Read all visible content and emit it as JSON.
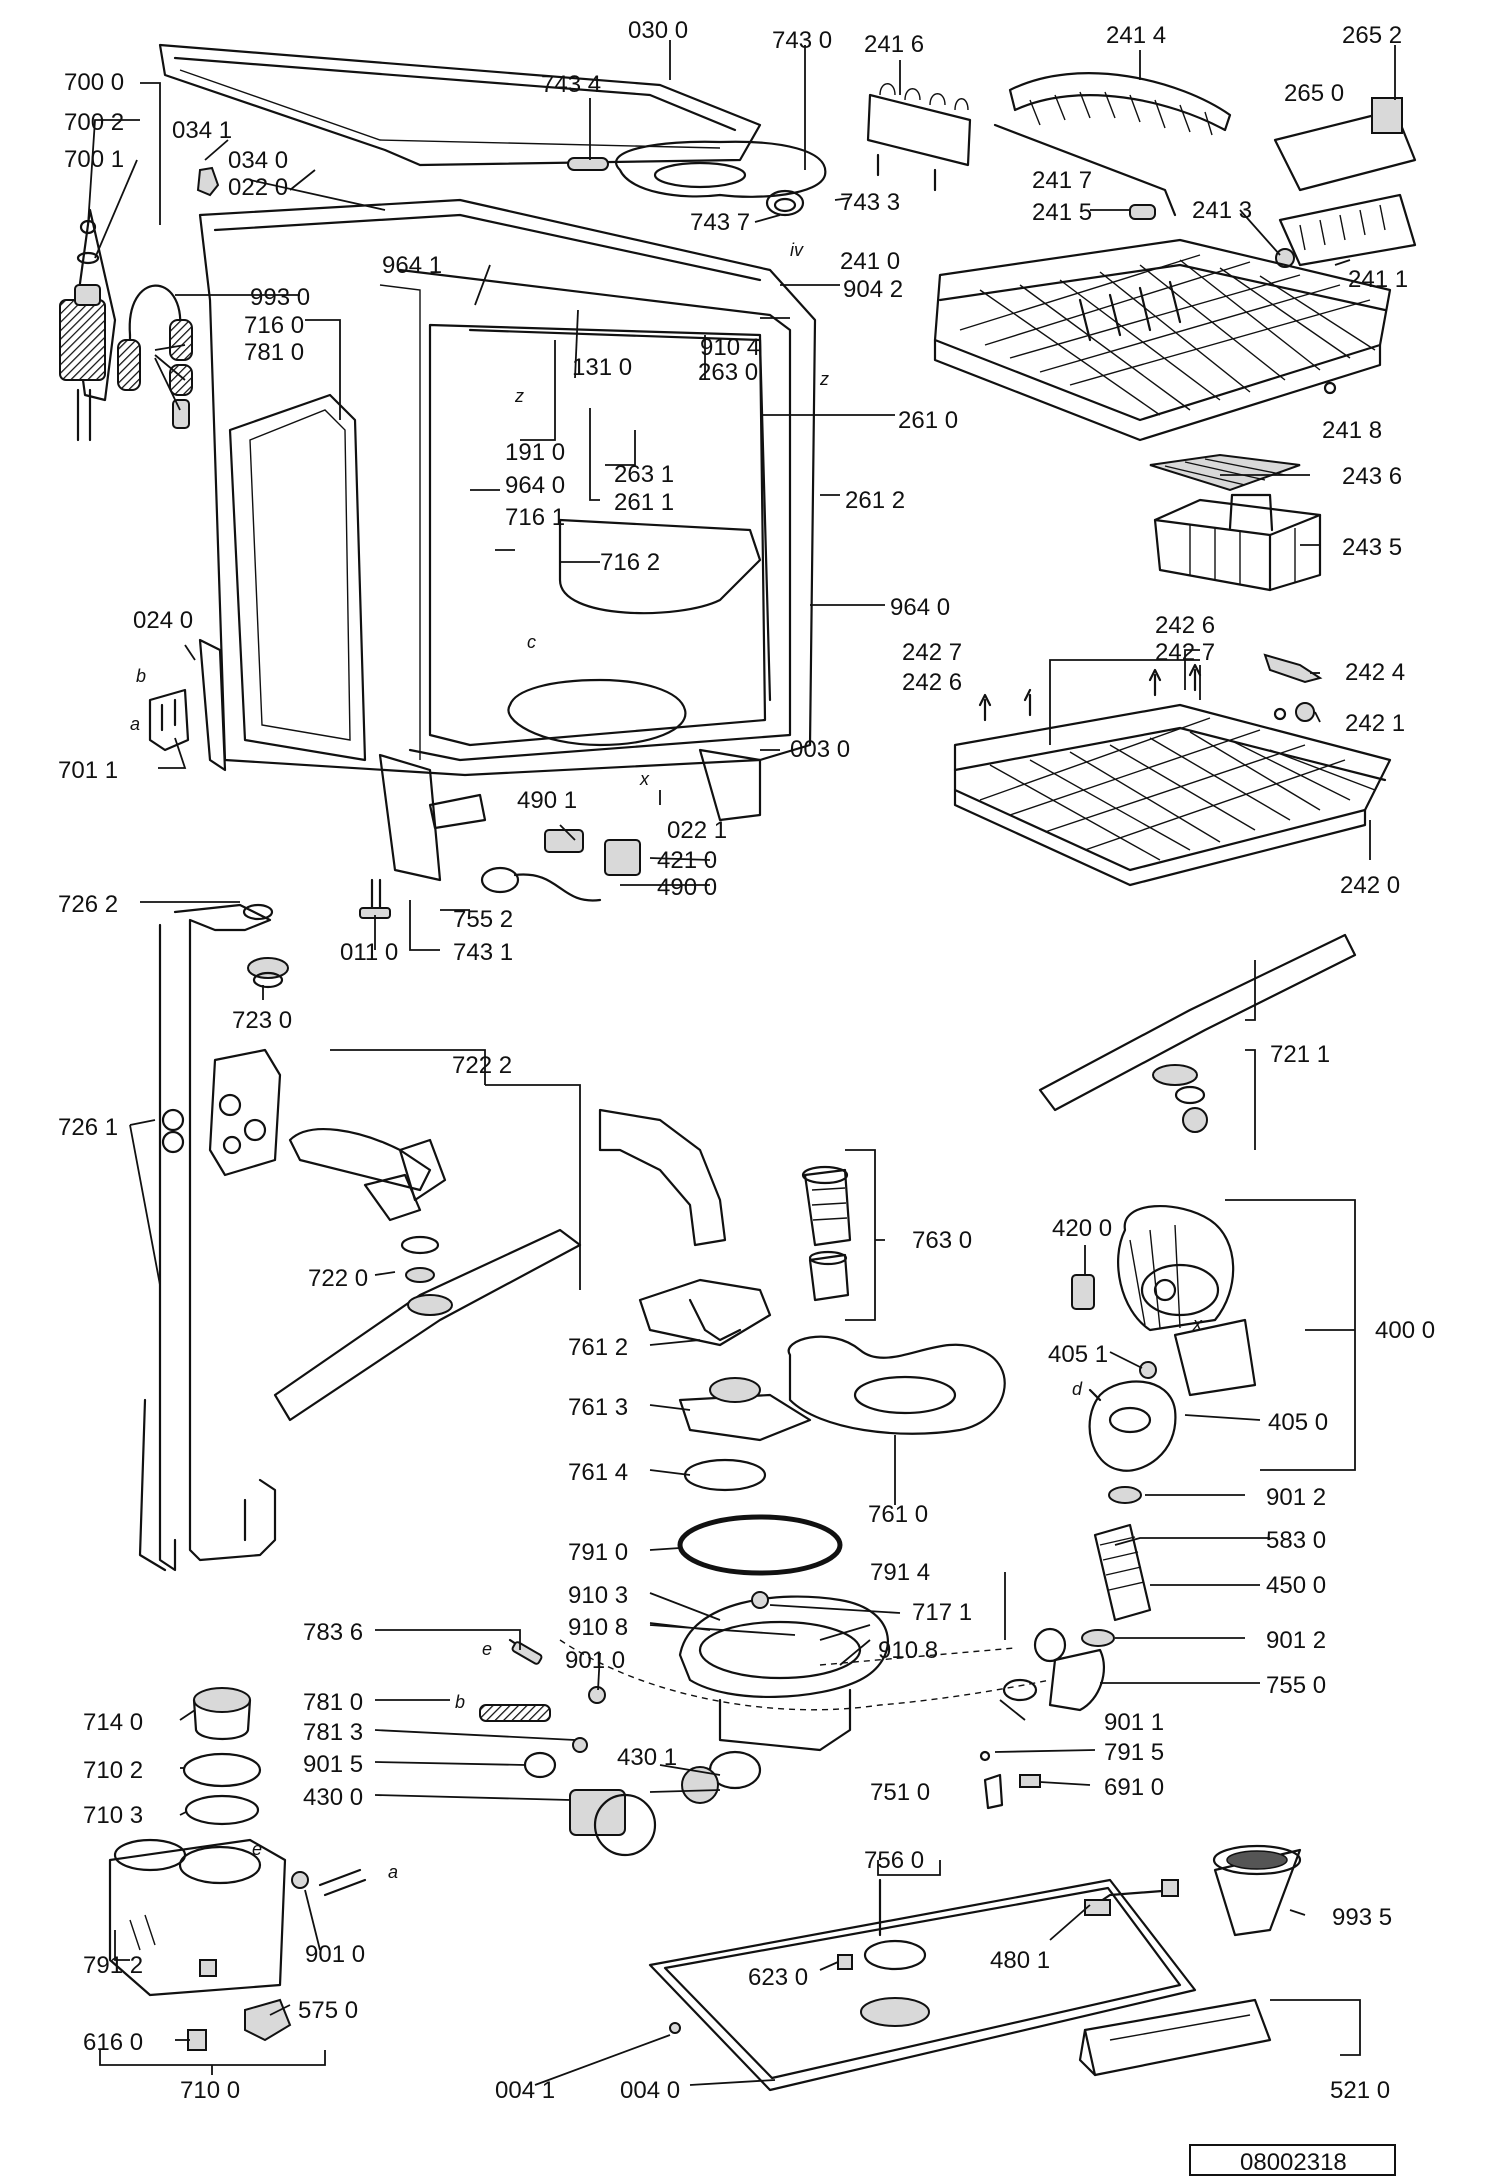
{
  "labels": {
    "l0300": "030 0",
    "l7430": "743 0",
    "l2416": "241 6",
    "l2414": "241 4",
    "l2652": "265 2",
    "l7000": "700 0",
    "l7434": "743 4",
    "l2650": "265 0",
    "l7002": "700 2",
    "l0341": "034 1",
    "l7001": "700 1",
    "l0340": "034 0",
    "l0220": "022 0",
    "l2417": "241 7",
    "l7437": "743 7",
    "l7433": "743 3",
    "l2415": "241 5",
    "l2413": "241 3",
    "l9641": "964 1",
    "l2410": "241 0",
    "l2411": "241 1",
    "l9930": "993 0",
    "l9042": "904 2",
    "l7160": "716 0",
    "l9104": "910 4",
    "l7810": "781 0",
    "l1310": "131 0",
    "l2630": "263 0",
    "l2610": "261 0",
    "l2418": "241 8",
    "l1910": "191 0",
    "l2631": "263 1",
    "l9640a": "964 0",
    "l2611": "261 1",
    "l2612": "261 2",
    "l2436": "243 6",
    "l7161": "716 1",
    "l7162": "716 2",
    "l2435": "243 5",
    "l9640b": "964 0",
    "l0240": "024 0",
    "l2426a": "242 6",
    "l2427a": "242 7",
    "l2427b": "242 7",
    "l2426b": "242 6",
    "l2424": "242 4",
    "l2421": "242 1",
    "l7011": "701 1",
    "l0030": "003 0",
    "l4901": "490 1",
    "l0221": "022 1",
    "l4210": "421 0",
    "l4900": "490 0",
    "l2420": "242 0",
    "l7262": "726 2",
    "l7552": "755 2",
    "l0110": "011 0",
    "l7431": "743 1",
    "l7230": "723 0",
    "l7222": "722 2",
    "l7211": "721 1",
    "l7261": "726 1",
    "l7630": "763 0",
    "l4200": "420 0",
    "l4000": "400 0",
    "l7220": "722 0",
    "l7612": "761 2",
    "l4051": "405 1",
    "l7613": "761 3",
    "l4050": "405 0",
    "l7614": "761 4",
    "l7610": "761 0",
    "l9012a": "901 2",
    "l7910": "791 0",
    "l5830": "583 0",
    "l7914": "791 4",
    "l4500": "450 0",
    "l9103": "910 3",
    "l7171": "717 1",
    "l7836": "783 6",
    "l9108a": "910 8",
    "l9108b": "910 8",
    "l9012b": "901 2",
    "l9010a": "901 0",
    "l7550": "755 0",
    "l7140": "714 0",
    "l7810b": "781 0",
    "l9011": "901 1",
    "l7813": "781 3",
    "l7915": "791 5",
    "l7102": "710 2",
    "l9015": "901 5",
    "l4301": "430 1",
    "l7510": "751 0",
    "l4300": "430 0",
    "l6910": "691 0",
    "l7103": "710 3",
    "l7560": "756 0",
    "l9935": "993 5",
    "l4801": "480 1",
    "l6230": "623 0",
    "l9010b": "901 0",
    "l7912": "791 2",
    "l5750": "575 0",
    "l6160": "616 0",
    "l0041": "004 1",
    "l0040": "004 0",
    "l5210": "521 0",
    "l7100": "710 0"
  },
  "letters": {
    "z1": "z",
    "z2": "z",
    "iv": "iv",
    "c": "c",
    "b1": "b",
    "a1": "a",
    "x1": "x",
    "x2": "x",
    "d": "d",
    "e1": "e",
    "b2": "b",
    "e2": "e",
    "a2": "a"
  },
  "reference_number": "08002318"
}
